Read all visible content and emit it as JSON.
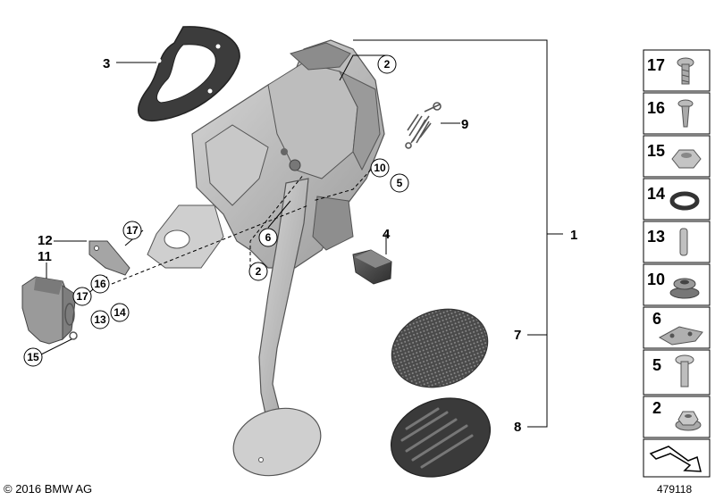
{
  "callouts": {
    "c1": "1",
    "c3": "3",
    "c4": "4",
    "c7": "7",
    "c8": "8",
    "c9": "9",
    "c11": "11",
    "c12": "12"
  },
  "circles": {
    "a2": "2",
    "b2": "2",
    "a5": "5",
    "a6": "6",
    "a10": "10",
    "a13": "13",
    "a14": "14",
    "a15": "15",
    "a16": "16",
    "a17": "17",
    "b17": "17"
  },
  "side_panel": {
    "items": [
      "17",
      "16",
      "15",
      "14",
      "13",
      "10",
      "6",
      "5",
      "2"
    ]
  },
  "footer": {
    "copyright": "© 2016 BMW AG",
    "diagram_id": "479118"
  }
}
